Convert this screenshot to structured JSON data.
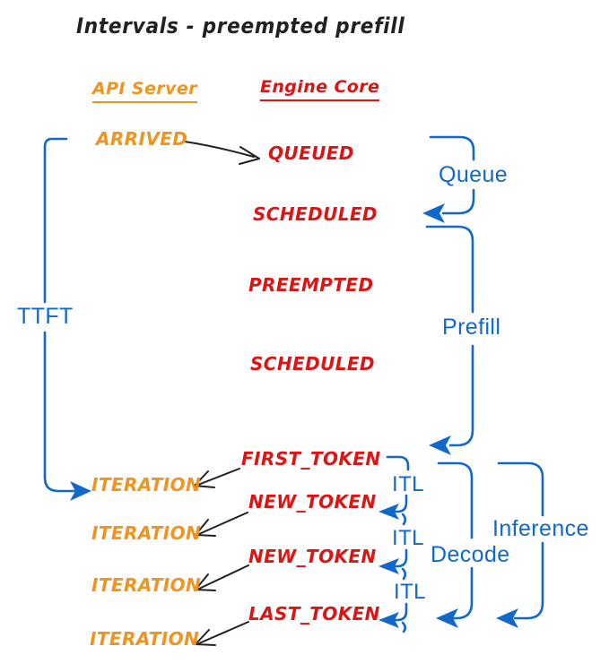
{
  "title": "Intervals - preempted prefill",
  "colors": {
    "orange": "#F0941F",
    "red": "#DC1414",
    "blue": "#1268C8",
    "ink": "#212121"
  },
  "columns": {
    "api_server": "API Server",
    "engine_core": "Engine Core"
  },
  "api_events": {
    "arrived": "ARRIVED",
    "iteration1": "ITERATION",
    "iteration2": "ITERATION",
    "iteration3": "ITERATION",
    "iteration4": "ITERATION"
  },
  "engine_events": {
    "queued": "QUEUED",
    "scheduled1": "SCHEDULED",
    "preempted": "PREEMPTED",
    "scheduled2": "SCHEDULED",
    "first_token": "FIRST_TOKEN",
    "new_token1": "NEW_TOKEN",
    "new_token2": "NEW_TOKEN",
    "last_token": "LAST_TOKEN"
  },
  "intervals": {
    "ttft": "TTFT",
    "queue": "Queue",
    "prefill": "Prefill",
    "itl1": "ITL",
    "itl2": "ITL",
    "itl3": "ITL",
    "decode": "Decode",
    "inference": "Inference"
  }
}
